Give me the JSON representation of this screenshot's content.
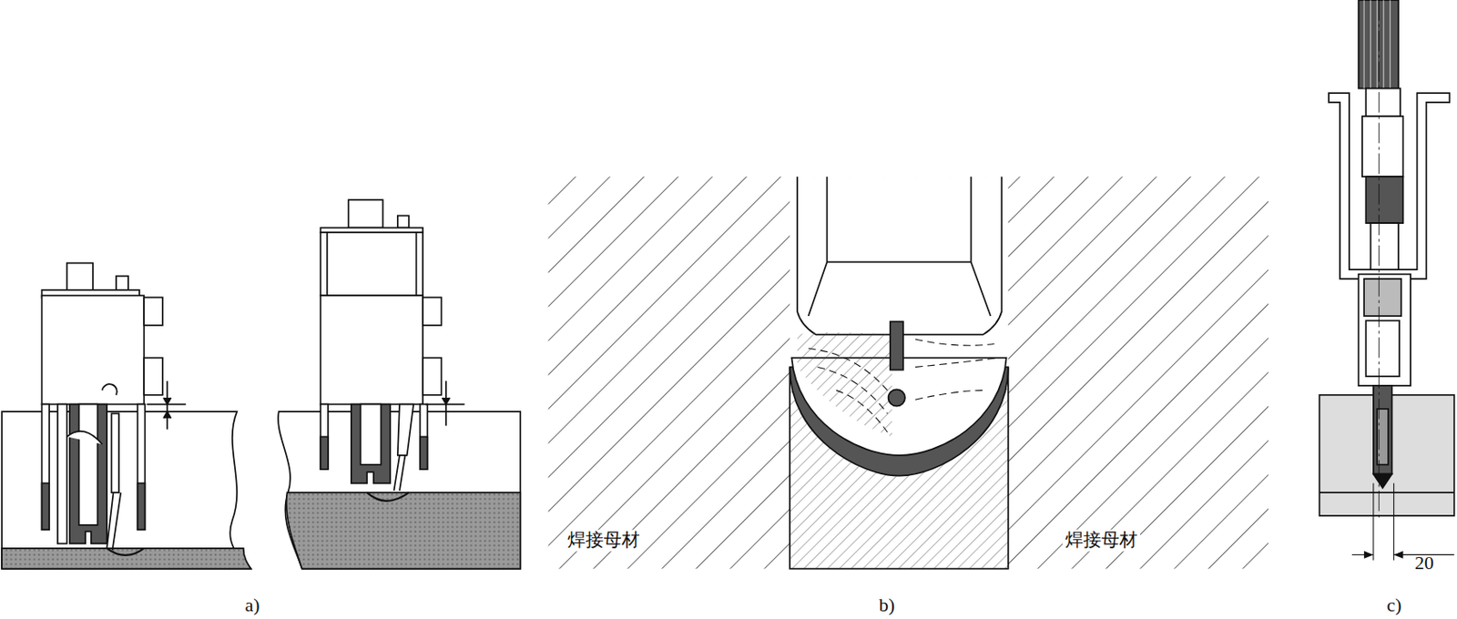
{
  "diagram": {
    "labels": [
      "焊接母材",
      "焊接母材",
      "20",
      "a)",
      "b)",
      "c)"
    ]
  }
}
